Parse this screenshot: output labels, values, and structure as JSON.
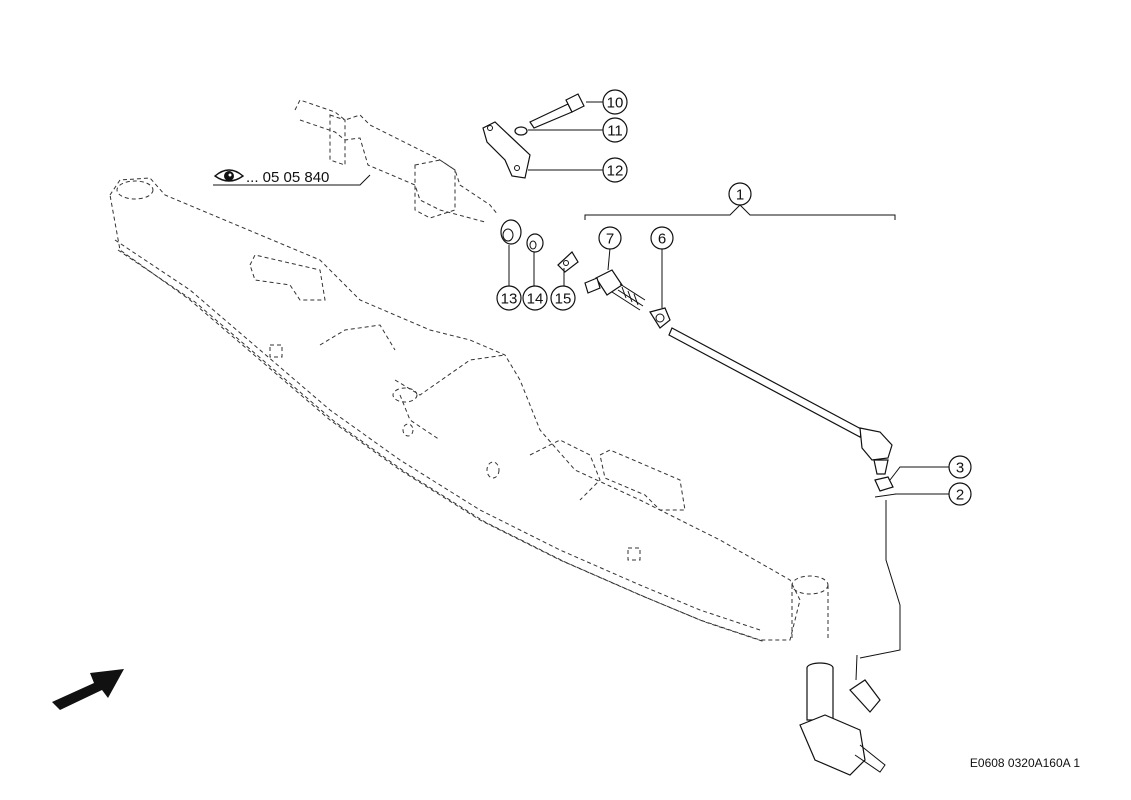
{
  "callouts": [
    {
      "id": "c1",
      "label": "1"
    },
    {
      "id": "c2",
      "label": "2"
    },
    {
      "id": "c3",
      "label": "3"
    },
    {
      "id": "c6",
      "label": "6"
    },
    {
      "id": "c7",
      "label": "7"
    },
    {
      "id": "c10",
      "label": "10"
    },
    {
      "id": "c11",
      "label": "11"
    },
    {
      "id": "c12",
      "label": "12"
    },
    {
      "id": "c13",
      "label": "13"
    },
    {
      "id": "c14",
      "label": "14"
    },
    {
      "id": "c15",
      "label": "15"
    }
  ],
  "reference": {
    "icon": "eye-icon",
    "text": "... 05 05 840"
  },
  "drawing_code": "E0608 0320A160A 1",
  "direction_arrow": {
    "icon": "direction-arrow-icon"
  }
}
